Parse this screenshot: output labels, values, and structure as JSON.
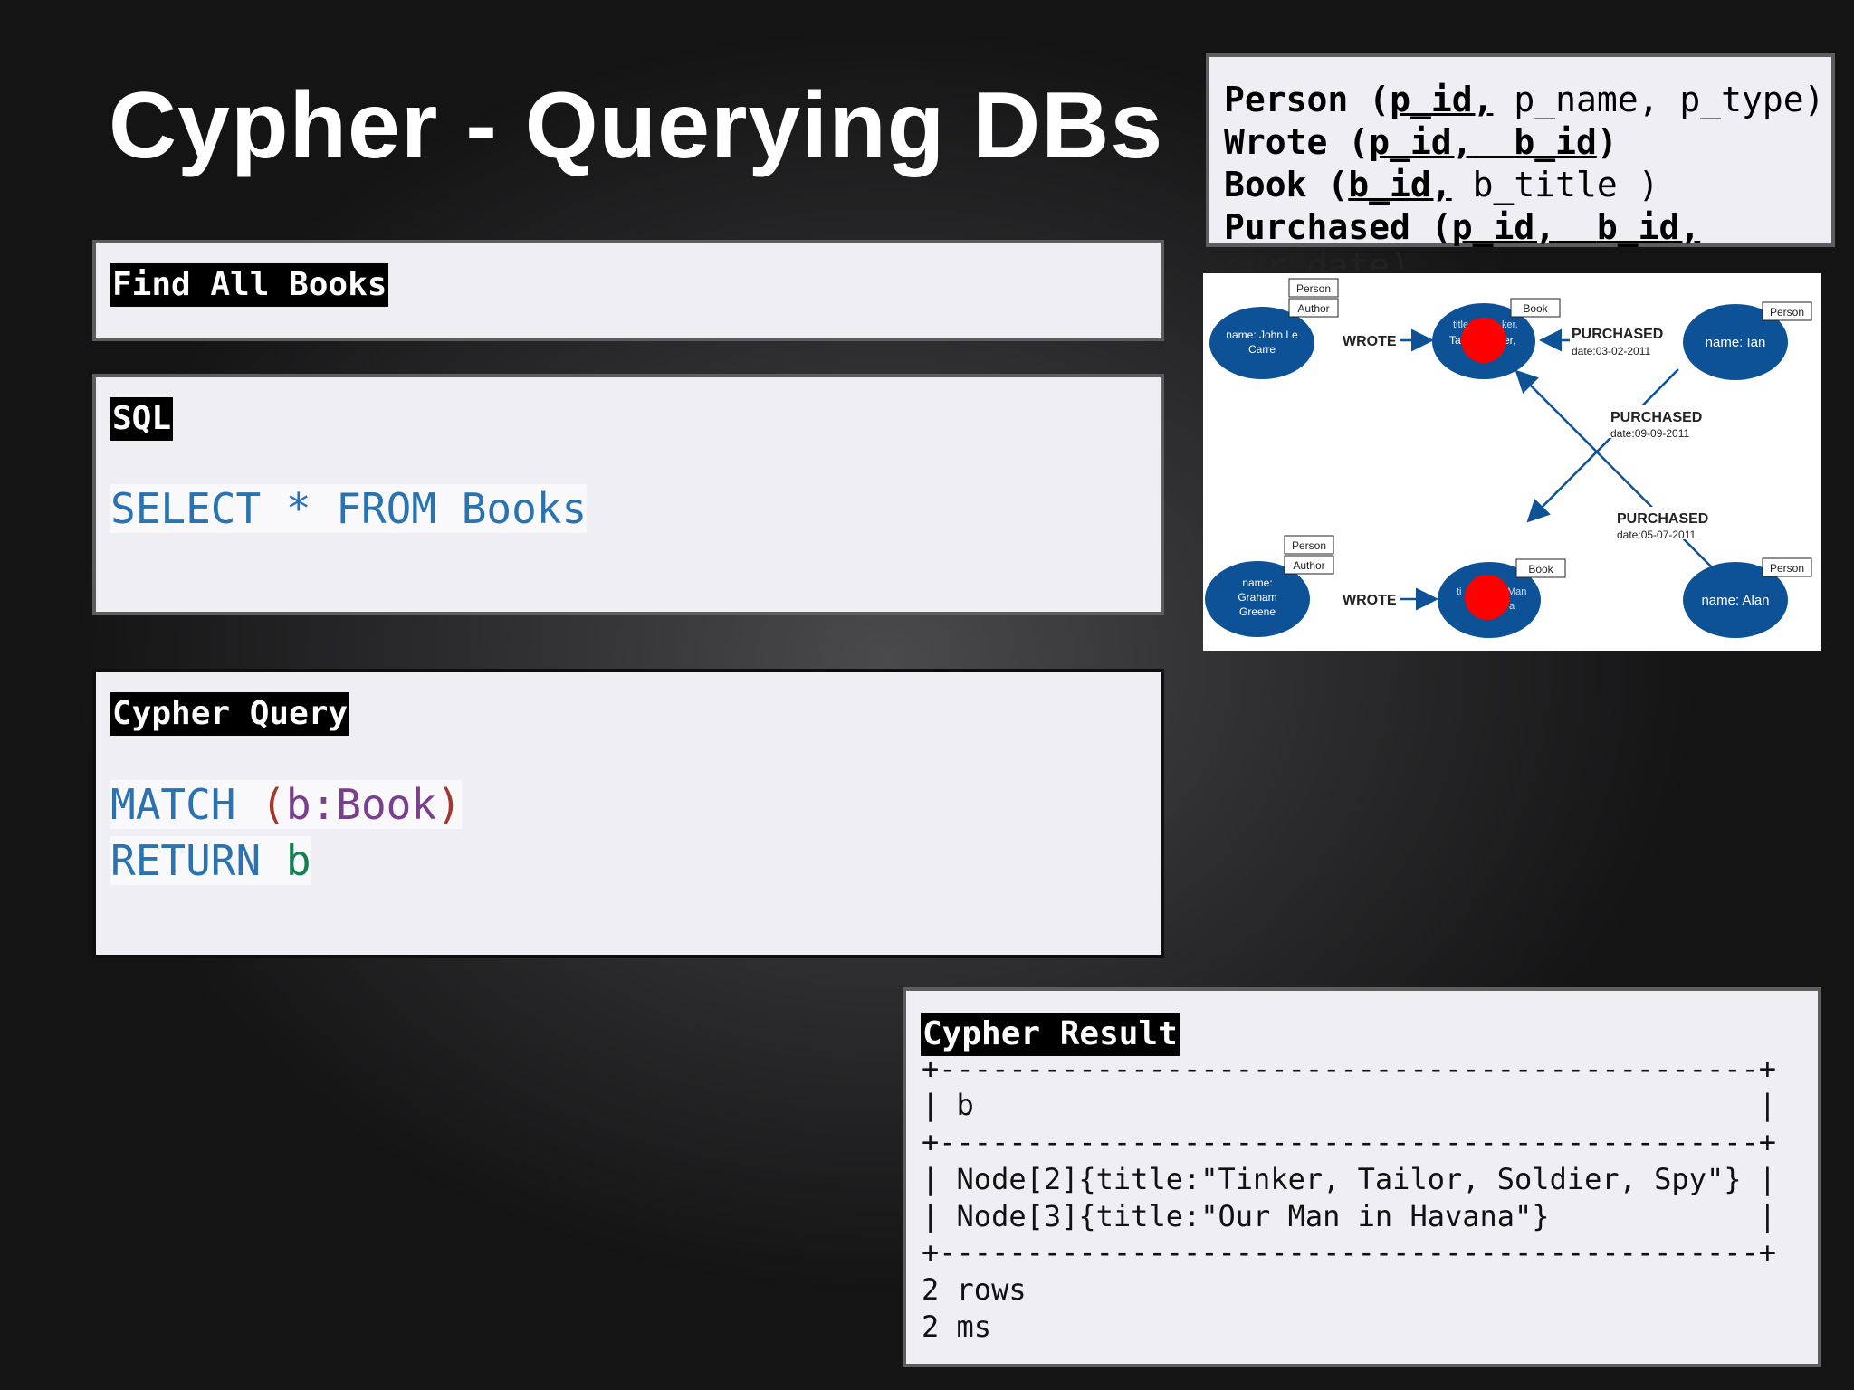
{
  "slide": {
    "title": "Cypher - Querying DBs"
  },
  "schema": {
    "lines": [
      {
        "name": "Person",
        "open": "(",
        "keys": [
          "p_id,"
        ],
        "rest": " p_name, p_type)"
      },
      {
        "name": "Wrote",
        "open": "(",
        "keys": [
          "p_id,",
          "b_id"
        ],
        "rest": ")"
      },
      {
        "name": "Book",
        "open": "(",
        "keys": [
          "b_id,"
        ],
        "rest": " b_title )"
      },
      {
        "name": "Purchased",
        "open": "(",
        "keys": [
          "p_id,",
          "b_id,"
        ],
        "rest": ""
      }
    ],
    "overflow_text": "pur_date)"
  },
  "find_panel": {
    "tag": "Find All Books"
  },
  "sql_panel": {
    "tag": "SQL",
    "query": "SELECT * FROM Books"
  },
  "cypher_panel": {
    "tag": "Cypher Query",
    "line1": {
      "keyword": "MATCH",
      "open": "(",
      "pattern": "b:Book",
      "close": ")"
    },
    "line2": {
      "keyword": "RETURN",
      "var": "b"
    }
  },
  "graph": {
    "nodes": {
      "john": {
        "label_line1": "name: John Le",
        "label_line2": "Carre",
        "tags": [
          "Person",
          "Author"
        ]
      },
      "book1": {
        "label_line1": "title",
        "label_line2": "Ta",
        "tags": [
          "Book"
        ],
        "partial_right1": "ker,",
        "partial_right2": "er,"
      },
      "ian": {
        "label": "name: Ian",
        "tags": [
          "Person"
        ]
      },
      "graham": {
        "label_line1": "name:",
        "label_line2": "Graham",
        "label_line3": "Greene",
        "tags": [
          "Person",
          "Author"
        ]
      },
      "book2": {
        "label_line1": "ti",
        "partial_right1": "Man",
        "partial_right2": "a",
        "tags": [
          "Book"
        ]
      },
      "alan": {
        "label": "name: Alan",
        "tags": [
          "Person"
        ]
      }
    },
    "edges": [
      {
        "label": "WROTE"
      },
      {
        "label": "PURCHASED",
        "date": "date:03-02-2011"
      },
      {
        "label": "PURCHASED",
        "date": "date:09-09-2011"
      },
      {
        "label": "PURCHASED",
        "date": "date:05-07-2011"
      },
      {
        "label": "WROTE"
      }
    ],
    "colors": {
      "node": "#0d5296",
      "edge": "#0d5296",
      "redaction": "#ff0000"
    }
  },
  "result_panel": {
    "tag": "Cypher Result",
    "lines": [
      "+-----------------------------------------------+",
      "| b                                             |",
      "+-----------------------------------------------+",
      "| Node[2]{title:\"Tinker, Tailor, Soldier, Spy\"} |",
      "| Node[3]{title:\"Our Man in Havana\"}            |",
      "+-----------------------------------------------+",
      "2 rows",
      "2 ms"
    ]
  }
}
